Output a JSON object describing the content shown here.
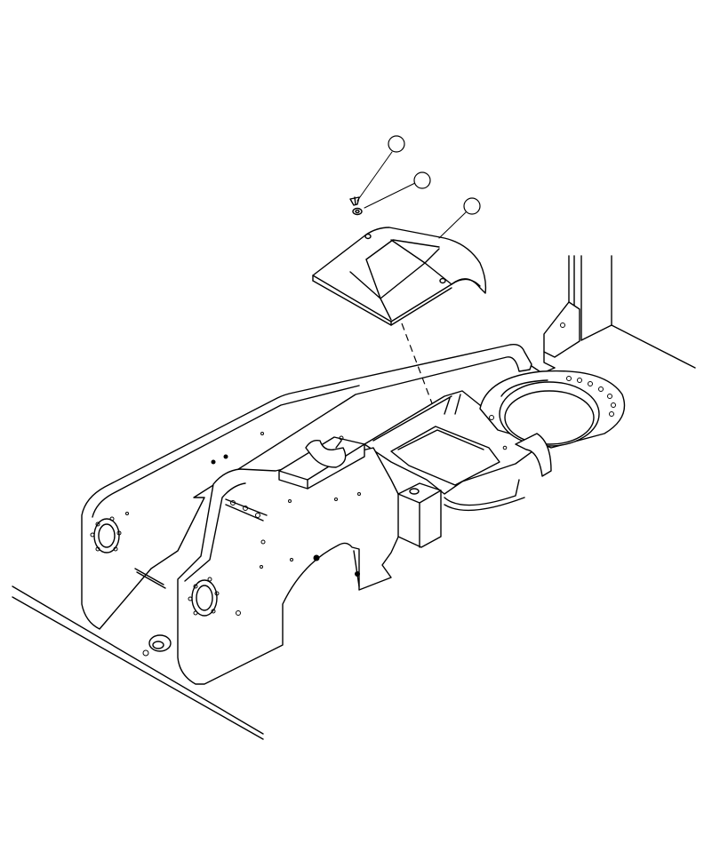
{
  "figure": {
    "callouts": [
      {
        "id": "c1",
        "text": ""
      },
      {
        "id": "c2",
        "text": ""
      },
      {
        "id": "c3",
        "text": ""
      }
    ],
    "line_color": "#000000",
    "background": "#ffffff"
  }
}
